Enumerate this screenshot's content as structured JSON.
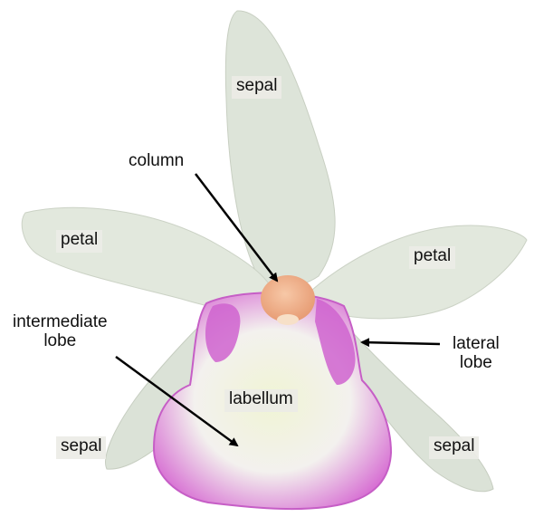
{
  "labels": {
    "sepal_top": "sepal",
    "column": "column",
    "petal_left": "petal",
    "petal_right": "petal",
    "intermediate_lobe": "intermediate\nlobe",
    "lateral_lobe": "lateral\nlobe",
    "labellum": "labellum",
    "sepal_left": "sepal",
    "sepal_right": "sepal"
  },
  "colors": {
    "sepal": "#dfe6dc",
    "petal": "#e3e8de",
    "column": "#f2b38f",
    "lobe_purple": "#c85bc8",
    "labellum_center": "#eef3c8",
    "arrow": "#000000"
  }
}
